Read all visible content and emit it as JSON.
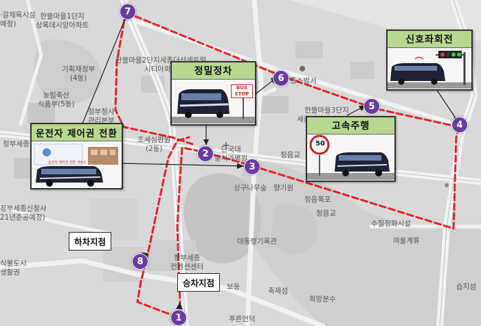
{
  "places": [
    {
      "id": "p-top-left",
      "text": "·갈체육시설\n예정)"
    },
    {
      "id": "p-hanbit1",
      "text": "한뜰마을1단지\n상록데시앙아파트"
    },
    {
      "id": "p-hanbit2",
      "text": "한뜰마을2단지세종더샵센트럴\n시티아파트"
    },
    {
      "id": "p-gihoek",
      "text": "기획재정부\n(4동)"
    },
    {
      "id": "p-nongrim",
      "text": "농림축산\n식품부(5동)"
    },
    {
      "id": "p-jeongbu-cheongsa",
      "text": "정부청사\n관리본부"
    },
    {
      "id": "p-jeongbu-se",
      "text": "정부세종"
    },
    {
      "id": "p-josesimpan",
      "text": "조세심판원\n(2동)"
    },
    {
      "id": "p-dankook",
      "text": "단국대\n종치과병원"
    },
    {
      "id": "p-sobang",
      "text": "종소방서"
    },
    {
      "id": "p-hanbit3",
      "text": "한뜰마을3단지\n세종더샵레이크파크"
    },
    {
      "id": "p-cheongsa-future",
      "text": "정부세종신청사\n21년준공예정)"
    },
    {
      "id": "p-sanggu",
      "text": "상구나무숲"
    },
    {
      "id": "p-hyanggi",
      "text": "향기원"
    },
    {
      "id": "p-cheongeum-pok",
      "text": "청음폭포"
    },
    {
      "id": "p-cheongeum-gyo",
      "text": "청음교"
    },
    {
      "id": "p-cheongeum-gyo2",
      "text": "청음교"
    },
    {
      "id": "p-sujeong",
      "text": "수질정화시설"
    },
    {
      "id": "p-yeoul",
      "text": "여울계류"
    },
    {
      "id": "p-daetongryeong",
      "text": "대통령기록관"
    },
    {
      "id": "p-convention",
      "text": "정부세종\n컨벤션센터"
    },
    {
      "id": "p-sikmul",
      "text": "식물도시\n생활권"
    },
    {
      "id": "p-botong",
      "text": "보동"
    },
    {
      "id": "p-chukje",
      "text": "축제섬"
    },
    {
      "id": "p-huimang",
      "text": "희망분수"
    },
    {
      "id": "p-pureun",
      "text": "푸른언덕"
    },
    {
      "id": "p-seupji",
      "text": "습지섬"
    },
    {
      "id": "p-gyo-near",
      "text": "교"
    }
  ],
  "markers": [
    "1",
    "2",
    "3",
    "4",
    "5",
    "6",
    "7",
    "8"
  ],
  "cards": {
    "precise_stop": {
      "title": "정밀정차",
      "sign": "BUS\nSTOP"
    },
    "takeover": {
      "title": "운전자 제어권 전환",
      "caption": "운전자 제어권 전환 서비스"
    },
    "signal": {
      "title": "신호좌회전"
    },
    "highspeed": {
      "title": "고속주행",
      "sign": "50"
    }
  },
  "spots": {
    "dropoff": "하차지점",
    "boarding": "승차지점"
  },
  "colors": {
    "route": "#e8202a",
    "marker": "#6a3ca0",
    "card_title": "#b8d78f"
  }
}
